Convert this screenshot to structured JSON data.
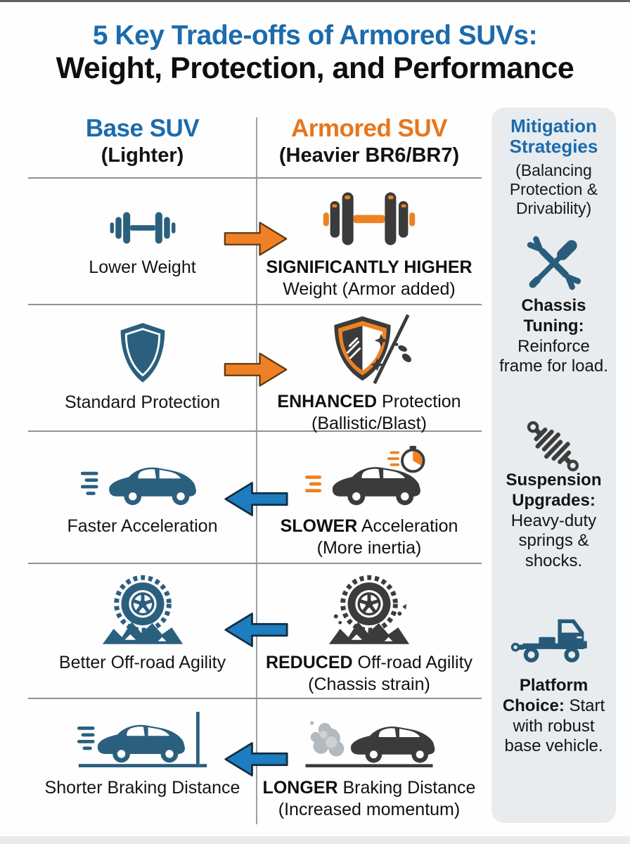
{
  "title": {
    "line1": "5 Key Trade-offs of Armored SUVs:",
    "line2": "Weight, Protection, and Performance"
  },
  "columns": {
    "base_title": "Base SUV",
    "base_subtitle": "(Lighter)",
    "armored_title": "Armored SUV",
    "armored_subtitle": "(Heavier BR6/BR7)"
  },
  "rows": [
    {
      "base_icon": "dumbbell-light-icon",
      "base_label": "Lower Weight",
      "armored_icon": "dumbbell-heavy-icon",
      "armored_bold": "SIGNIFICANTLY HIGHER",
      "armored_normal": "",
      "armored_sub": "Weight (Armor added)",
      "arrow": "right-orange"
    },
    {
      "base_icon": "shield-icon",
      "base_label": "Standard Protection",
      "armored_icon": "armored-shield-impact-icon",
      "armored_bold": "ENHANCED",
      "armored_normal": " Protection",
      "armored_sub": "(Ballistic/Blast)",
      "arrow": "right-orange"
    },
    {
      "base_icon": "speeding-car-icon",
      "base_label": "Faster Acceleration",
      "armored_icon": "slow-car-stopwatch-icon",
      "armored_bold": "SLOWER",
      "armored_normal": " Acceleration",
      "armored_sub": "(More inertia)",
      "arrow": "left-blue"
    },
    {
      "base_icon": "offroad-tire-icon",
      "base_label": "Better Off-road Agility",
      "armored_icon": "strained-tire-icon",
      "armored_bold": "REDUCED",
      "armored_normal": " Off-road Agility",
      "armored_sub": "(Chassis strain)",
      "arrow": "left-blue"
    },
    {
      "base_icon": "car-braking-wall-icon",
      "base_label": "Shorter Braking Distance",
      "armored_icon": "car-smoke-braking-icon",
      "armored_bold": "LONGER",
      "armored_normal": " Braking Distance",
      "armored_sub": "(Increased momentum)",
      "arrow": "left-blue"
    }
  ],
  "sidebar": {
    "title": "Mitigation Strategies",
    "subtitle": "(Balancing Protection & Drivability)",
    "items": [
      {
        "icon": "tools-icon",
        "heading": "Chassis Tuning:",
        "body": "Reinforce frame for load."
      },
      {
        "icon": "shock-absorber-icon",
        "heading": "Suspension Upgrades:",
        "body": "Heavy-duty springs & shocks."
      },
      {
        "icon": "truck-chassis-icon",
        "heading": "Platform Choice:",
        "body": "Start with robust base vehicle."
      }
    ]
  },
  "colors": {
    "title_blue": "#1b6bad",
    "accent_orange": "#e8761d",
    "icon_navy": "#2b5f7e",
    "icon_charcoal": "#3b3b3b",
    "arrow_orange_fill": "#f08026",
    "arrow_blue_fill": "#1e7cc0",
    "sidebar_bg": "#e8ecef",
    "divider_gray": "#8e9397"
  }
}
